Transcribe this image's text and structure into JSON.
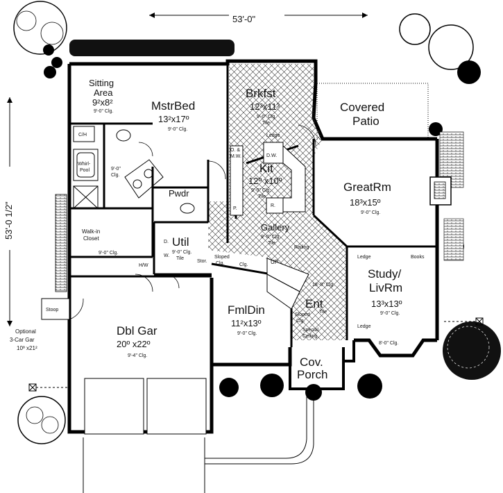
{
  "dimensions": {
    "width_label": "53'-0\"",
    "depth_label": "53'-0 1/2\""
  },
  "rooms": {
    "sitting": {
      "name": "Sitting",
      "name2": "Area",
      "size": "9²x8²",
      "clg": "9'-0\" Clg."
    },
    "master": {
      "name": "MstrBed",
      "size": "13²x17º",
      "clg": "9'-0\" Clg."
    },
    "brkfst": {
      "name": "Brkfst",
      "size": "12³x11³",
      "clg": "9'-0\" Clg.",
      "tile": "Tile"
    },
    "patio": {
      "name": "Covered",
      "name2": "Patio"
    },
    "kit": {
      "name": "Kit",
      "size": "12º x10º",
      "clg": "9'-0\" Clg.",
      "tile": "Tile"
    },
    "great": {
      "name": "GreatRm",
      "size": "18³x15º",
      "clg": "9'-0\" Clg."
    },
    "pwdr": {
      "name": "Pwdr"
    },
    "gallery": {
      "name": "Gallery",
      "clg": "9'-0\" Clg.",
      "tile": "Tile"
    },
    "util": {
      "name": "Util",
      "clg": "9'-0\" Clg.",
      "tile": "Tile"
    },
    "walkin": {
      "name": "Walk-in",
      "name2": "Closet",
      "clg": "9'-0\" Clg."
    },
    "study": {
      "name": "Study/",
      "name2": "LivRm",
      "size": "13³x13º",
      "clg": "9'-0\" Clg."
    },
    "ent": {
      "name": "Ent",
      "clg": "18'-0\" Clg.",
      "tile": "Tile"
    },
    "fmldin": {
      "name": "FmlDin",
      "size": "11²x13º",
      "clg": "9'-0\" Clg."
    },
    "garage": {
      "name": "Dbl Gar",
      "size": "20º x22º",
      "clg": "9'-4\" Clg."
    },
    "porch": {
      "name": "Cov.",
      "name2": "Porch"
    },
    "optional": {
      "line1": "Optional",
      "line2": "3-Car Gar",
      "line3": "10º x21²"
    },
    "stoop": {
      "name": "Stoop"
    }
  },
  "fixtures": {
    "ch": "C/H",
    "whirl1": "Whirl-",
    "whirl2": "Pool",
    "bath_clg": "9'-0\"",
    "bath_clg2": "Clg.",
    "ledge_kit": "Ledge",
    "dw": "D.W.",
    "oandmw1": "O. &",
    "oandmw2": "M.W.",
    "ref": "R.",
    "pantry": "P.",
    "railing": "Railing",
    "ledge1": "Ledge",
    "ledge2": "Ledge",
    "books": "Books",
    "sloped1": "Sloped",
    "sloped1b": "Clg.",
    "sloped2": "Sloped",
    "sloped2b": "Clg.",
    "clg_label": "Clg.",
    "up": "UP",
    "stor": "Stor.",
    "w": "W.",
    "d": "D.",
    "hw": "H/W",
    "bay_clg": "8'-0\" Clg.",
    "special1": "Special",
    "special2": "Ceiling"
  }
}
